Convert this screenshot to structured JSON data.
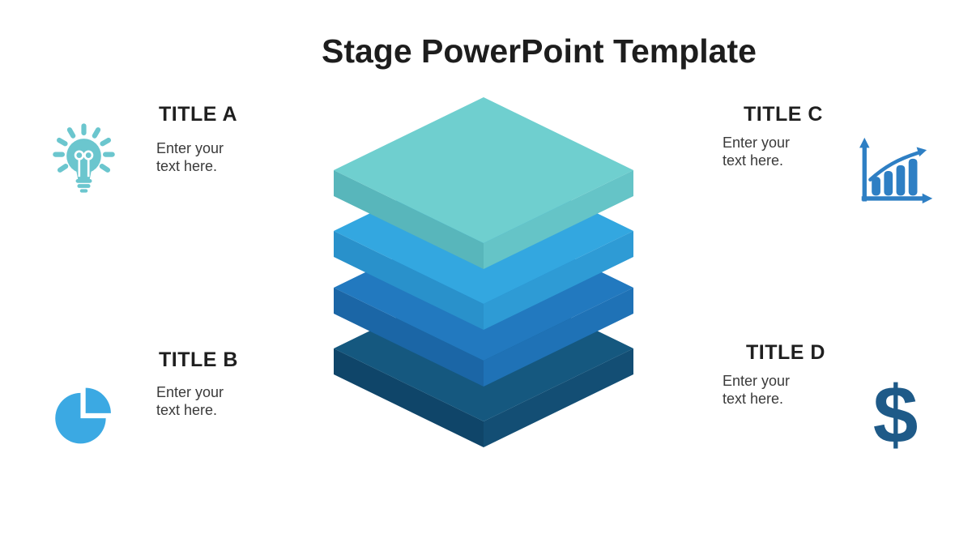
{
  "slide": {
    "title": "Stage PowerPoint Template",
    "background_color": "#FFFFFF",
    "title_color": "#1D1D1D"
  },
  "items": [
    {
      "id": "a",
      "label": "TITLE A",
      "body": "Enter your text here.",
      "icon": "lightbulb-icon",
      "color": "#6BC6CE"
    },
    {
      "id": "b",
      "label": "TITLE B",
      "body": "Enter your text here.",
      "icon": "pie-chart-icon",
      "color": "#3BA9E3"
    },
    {
      "id": "c",
      "label": "TITLE C",
      "body": "Enter your text here.",
      "icon": "bar-chart-icon",
      "color": "#2E7FC4"
    },
    {
      "id": "d",
      "label": "TITLE D",
      "body": "Enter your text here.",
      "icon": "dollar-icon",
      "glyph": "$",
      "color": "#1E5A88"
    }
  ],
  "stack": {
    "description": "four stacked 3d layers, teal top to dark navy bottom",
    "layers": [
      {
        "name": "stage-1-top",
        "top": "#6FCFCF",
        "left": "#58B6BB",
        "right": "#65C4C7"
      },
      {
        "name": "stage-2",
        "top": "#33A7E0",
        "left": "#2991CB",
        "right": "#2E9BD5"
      },
      {
        "name": "stage-3",
        "top": "#2279BF",
        "left": "#1B66A6",
        "right": "#1F72B6"
      },
      {
        "name": "stage-4-bottom",
        "top": "#15587F",
        "left": "#0F4569",
        "right": "#134E74"
      }
    ]
  }
}
